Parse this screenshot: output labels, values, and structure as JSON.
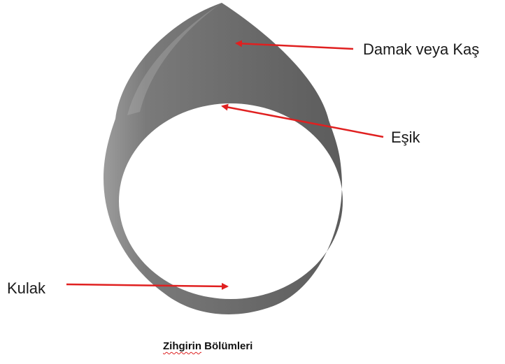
{
  "labels": {
    "damak": "Damak veya Kaş",
    "esik": "Eşik",
    "kulak": "Kulak"
  },
  "caption": {
    "first_word": "Zihgirin",
    "second_word": "Bölümleri"
  },
  "colors": {
    "ring": "#6a6a6a",
    "ring_light": "#a0a0a0",
    "arrow": "#e02020",
    "text": "#1a1a1a"
  }
}
